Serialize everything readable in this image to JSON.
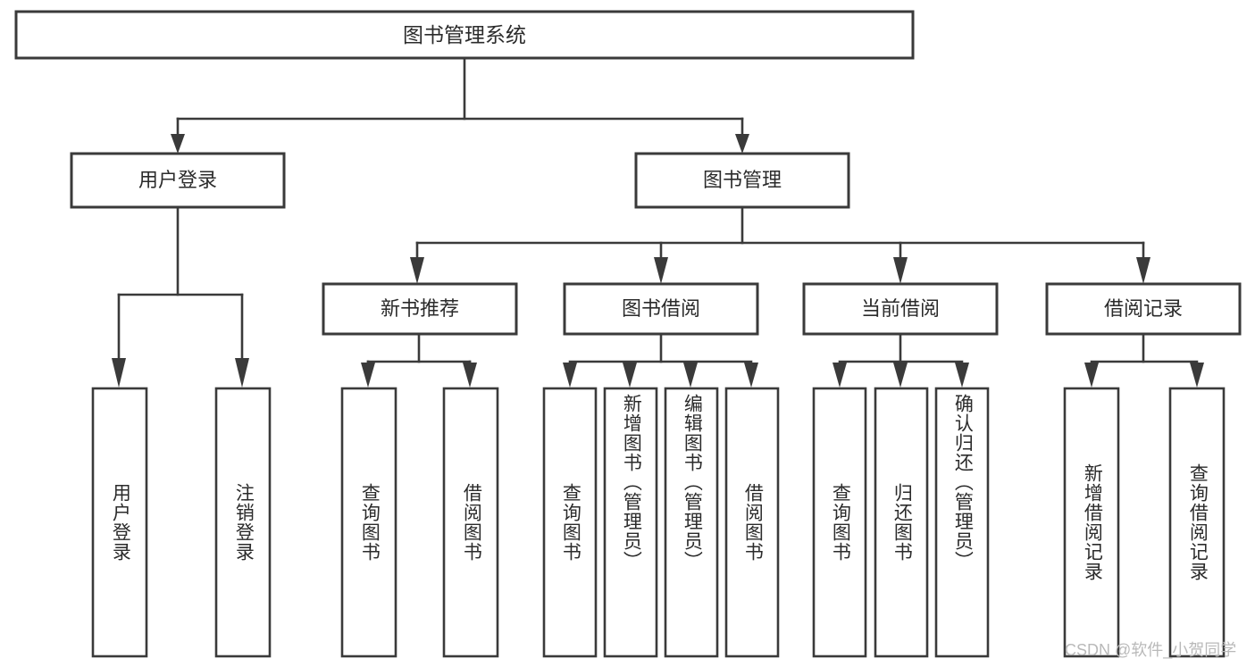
{
  "diagram": {
    "type": "tree-hierarchy",
    "orientation": "top-down",
    "root": {
      "id": "root",
      "label": "图书管理系统",
      "orientation": "horizontal"
    },
    "level2": [
      {
        "id": "user-login",
        "label": "用户登录",
        "orientation": "horizontal"
      },
      {
        "id": "book-manage",
        "label": "图书管理",
        "orientation": "horizontal"
      }
    ],
    "level3": [
      {
        "id": "new-book-recommend",
        "label": "新书推荐",
        "parent": "book-manage",
        "orientation": "horizontal"
      },
      {
        "id": "book-borrow",
        "label": "图书借阅",
        "parent": "book-manage",
        "orientation": "horizontal"
      },
      {
        "id": "current-borrow",
        "label": "当前借阅",
        "parent": "book-manage",
        "orientation": "horizontal"
      },
      {
        "id": "borrow-record",
        "label": "借阅记录",
        "parent": "book-manage",
        "orientation": "horizontal"
      }
    ],
    "leaves": [
      {
        "id": "leaf-user-login",
        "label": "用户登录",
        "parent": "user-login",
        "orientation": "vertical"
      },
      {
        "id": "leaf-user-logout",
        "label": "注销登录",
        "parent": "user-login",
        "orientation": "vertical"
      },
      {
        "id": "leaf-query-book-1",
        "label": "查询图书",
        "parent": "new-book-recommend",
        "orientation": "vertical"
      },
      {
        "id": "leaf-borrow-book-1",
        "label": "借阅图书",
        "parent": "new-book-recommend",
        "orientation": "vertical"
      },
      {
        "id": "leaf-query-book-2",
        "label": "查询图书",
        "parent": "book-borrow",
        "orientation": "vertical"
      },
      {
        "id": "leaf-add-book",
        "label": "新增图书（管理员）",
        "parent": "book-borrow",
        "orientation": "vertical"
      },
      {
        "id": "leaf-edit-book",
        "label": "编辑图书（管理员）",
        "parent": "book-borrow",
        "orientation": "vertical"
      },
      {
        "id": "leaf-borrow-book-2",
        "label": "借阅图书",
        "parent": "book-borrow",
        "orientation": "vertical"
      },
      {
        "id": "leaf-query-book-3",
        "label": "查询图书",
        "parent": "current-borrow",
        "orientation": "vertical"
      },
      {
        "id": "leaf-return-book",
        "label": "归还图书",
        "parent": "current-borrow",
        "orientation": "vertical"
      },
      {
        "id": "leaf-confirm-return",
        "label": "确认归还（管理员）",
        "parent": "current-borrow",
        "orientation": "vertical"
      },
      {
        "id": "leaf-add-record",
        "label": "新增借阅记录",
        "parent": "borrow-record",
        "orientation": "vertical"
      },
      {
        "id": "leaf-query-record",
        "label": "查询借阅记录",
        "parent": "borrow-record",
        "orientation": "vertical"
      }
    ],
    "colors": {
      "stroke": "#3a3a3a",
      "fill": "#ffffff",
      "text": "#2b2b2b",
      "background": "#ffffff",
      "watermark": "#b9b9b9"
    }
  },
  "watermark": {
    "text": "CSDN @软件_小贺同学"
  }
}
